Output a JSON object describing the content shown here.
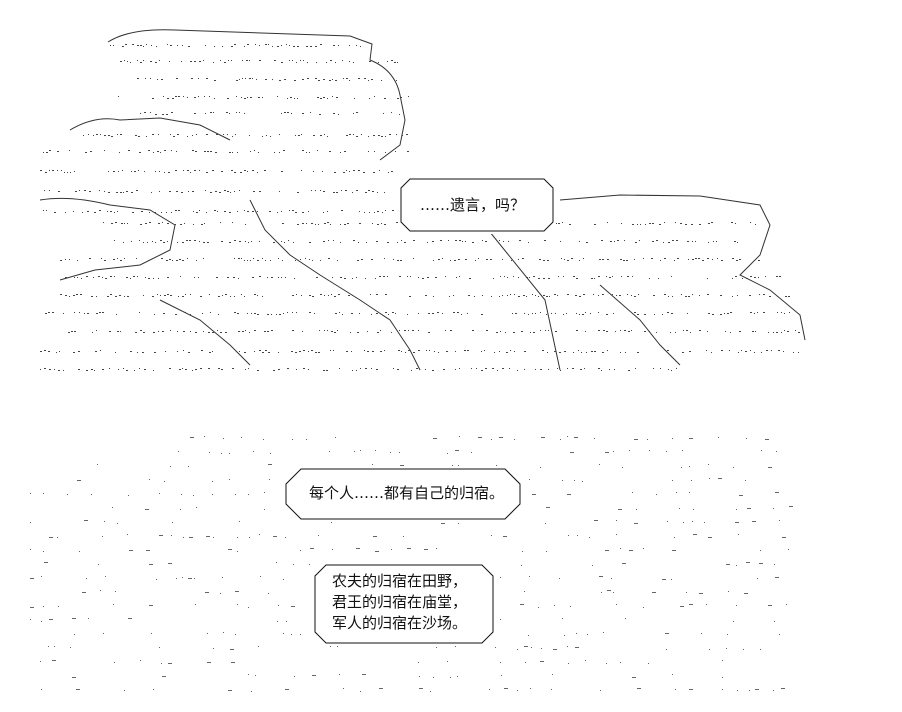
{
  "scene": {
    "upper_art": "ascii-character-figures",
    "lower_art": "ascii-scattered-dots-and-strokes",
    "ink_color": "#111111",
    "background_color": "#ffffff"
  },
  "bubbles": {
    "dialogue_1": "……遗言，吗？",
    "dialogue_2": "每个人……都有自己的归宿。",
    "dialogue_3": [
      "农夫的归宿在田野，",
      "君王的归宿在庙堂，",
      "军人的归宿在沙场。"
    ]
  }
}
